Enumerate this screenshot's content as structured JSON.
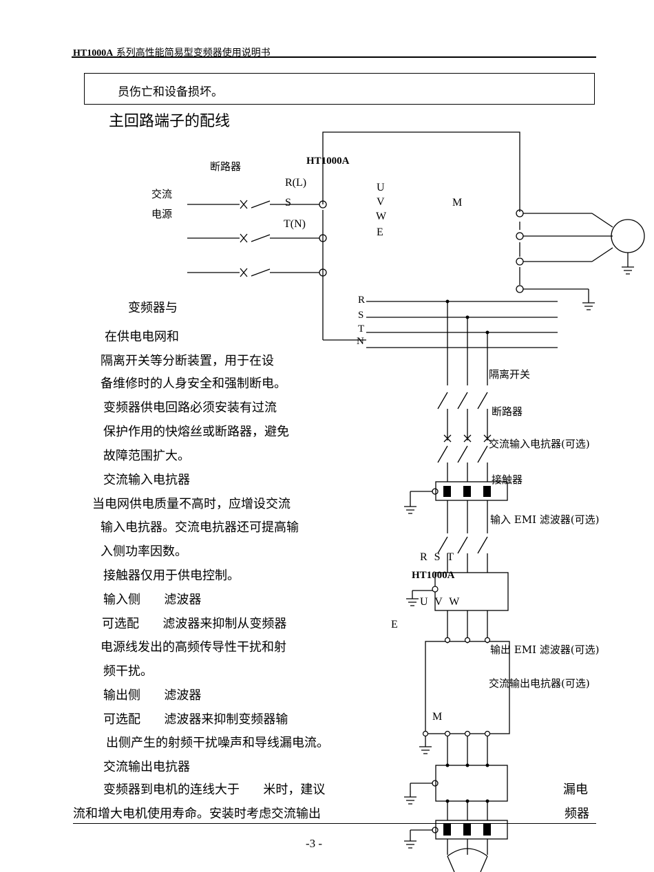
{
  "header": {
    "model": "HT1000A",
    "title": " 系列高性能简易型变频器使用说明书"
  },
  "box_text": "员伤亡和设备损坏。",
  "section_title": "主回路端子的配线",
  "diagram1": {
    "breaker_label": "断路器",
    "ac_source": [
      "交流",
      "电源"
    ],
    "model_label": "HT1000A",
    "input_terminals": [
      "R(L)",
      "S",
      "T(N)"
    ],
    "output_terminals": [
      "U",
      "V",
      "W",
      "E"
    ],
    "motor_label": "M"
  },
  "diagram2": {
    "bus_labels": [
      "R",
      "S",
      "T",
      "N"
    ],
    "right_labels": [
      "隔离开关",
      "断路器",
      "交流输入电抗器(可选)",
      "接触器",
      "输入 EMI 滤波器(可选)",
      "输出 EMI 滤波器(可选)",
      "交流输出电抗器(可选)"
    ],
    "rst_label": "R S T",
    "model_label": "HT1000A",
    "uvw_label": "U V W",
    "e_label": "E",
    "motor_label": "M"
  },
  "body_lines": [
    "变频器与",
    "在供电电网和",
    "隔离开关等分断装置，用于在设",
    "备维修时的人身安全和强制断电。",
    "变频器供电回路必须安装有过流",
    "保护作用的快熔丝或断路器，避免",
    "故障范围扩大。",
    "交流输入电抗器",
    "当电网供电质量不高时，应增设交流",
    "输入电抗器。交流电抗器还可提高输",
    "入侧功率因数。",
    "接触器仅用于供电控制。",
    "输入侧      滤波器",
    "可选配      滤波器来抑制从变频器",
    "电源线发出的高频传导性干扰和射",
    "频干扰。",
    "输出侧      滤波器",
    "可选配      滤波器来抑制变频器输",
    "出侧产生的射频干扰噪声和导线漏电流。",
    "交流输出电抗器",
    "变频器到电机的连线大于      米时，建议",
    "流和增大电机使用寿命。安装时考虑交流输出"
  ],
  "right_fragments": [
    "漏电",
    "频器"
  ],
  "page_number": "-3 -"
}
